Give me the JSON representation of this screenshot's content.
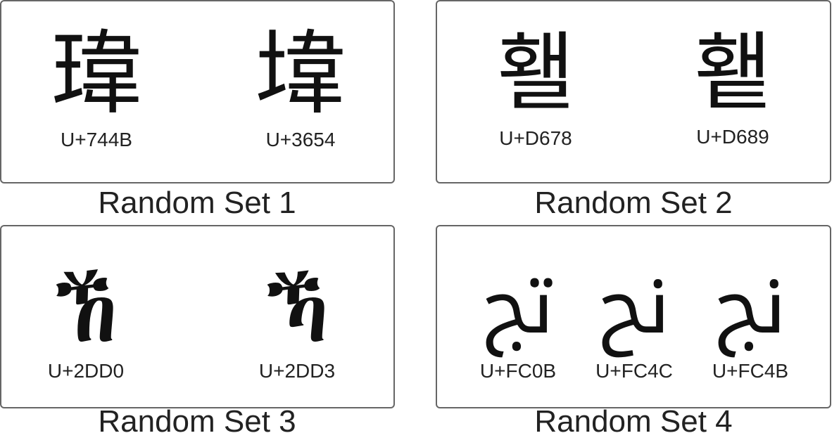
{
  "sets": [
    {
      "title": "Random Set 1",
      "items": [
        {
          "glyph": "瑋",
          "code": "U+744B"
        },
        {
          "glyph": "㙔",
          "code": "U+3654"
        }
      ]
    },
    {
      "title": "Random Set 2",
      "items": [
        {
          "glyph": "홸",
          "code": "U+D678"
        },
        {
          "glyph": "횉",
          "code": "U+D689"
        }
      ]
    },
    {
      "title": "Random Set 3",
      "items": [
        {
          "glyph": "ⷐ",
          "code": "U+2DD0"
        },
        {
          "glyph": "ⷓ",
          "code": "U+2DD3"
        }
      ]
    },
    {
      "title": "Random Set 4",
      "items": [
        {
          "glyph": "ﰋ",
          "code": "U+FC0B"
        },
        {
          "glyph": "ﱌ",
          "code": "U+FC4C"
        },
        {
          "glyph": "ﱋ",
          "code": "U+FC4B"
        }
      ]
    }
  ],
  "colors": {
    "border": "#666666",
    "text": "#222222",
    "glyph": "#111111"
  }
}
